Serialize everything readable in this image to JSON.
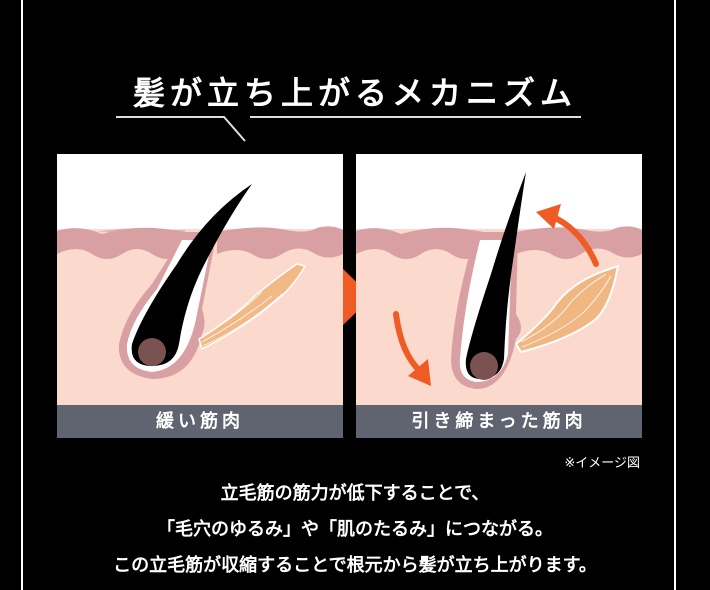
{
  "title": "髪が立ち上がるメカニズム",
  "panels": [
    {
      "label": "緩い筋肉",
      "state": "relaxed",
      "illustration": "hair-follicle-relaxed-arrector-muscle"
    },
    {
      "label": "引き締まった筋肉",
      "state": "contracted",
      "illustration": "hair-follicle-contracted-arrector-muscle"
    }
  ],
  "transition_arrow": "right-triangle",
  "note": "※イメージ図",
  "description": {
    "line1": "立毛筋の筋力が低下することで、",
    "line2": "「毛穴のゆるみ」や「肌のたるみ」につながる。",
    "line3": "この立毛筋が収縮することで根元から髪が立ち上がります。"
  },
  "colors": {
    "background": "#000000",
    "accent_orange": "#f05a24",
    "skin_surface": "#d9a0a3",
    "skin_inner": "#fbd9cc",
    "label_bar": "#5f6470",
    "hair": "#000000",
    "bulb": "#7a5252",
    "muscle": "#f0b37a"
  }
}
